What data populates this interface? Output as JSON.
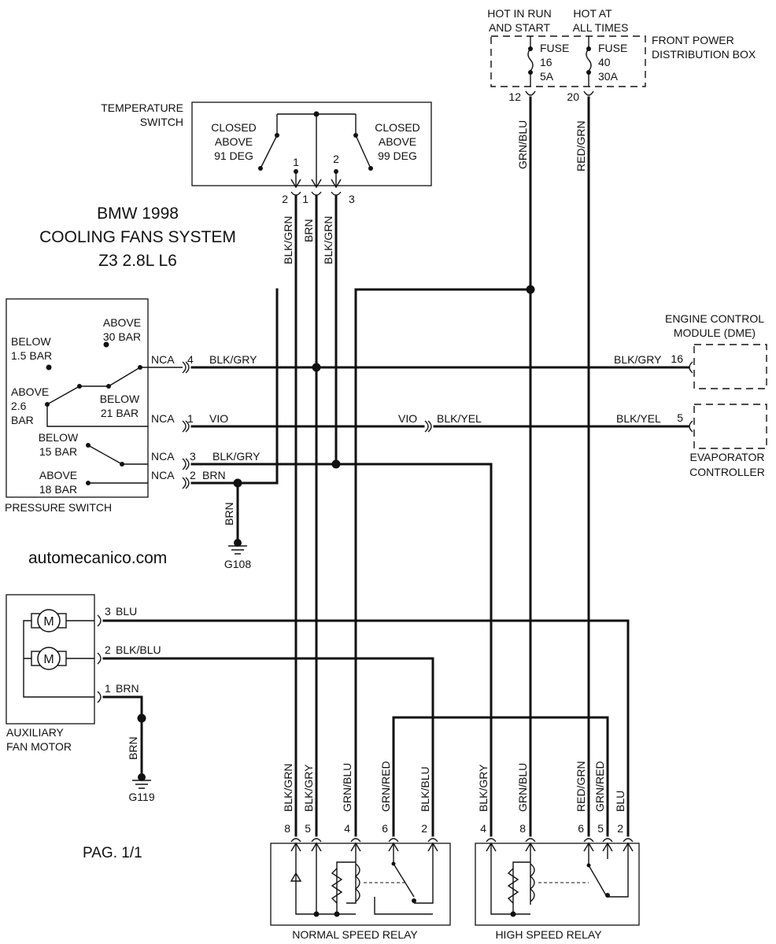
{
  "title": {
    "line1": "BMW 1998",
    "line2": "COOLING FANS SYSTEM",
    "line3": "Z3 2.8L L6"
  },
  "watermark": "automecanico.com",
  "page_label": "PAG. 1/1",
  "power_box": {
    "hot_run_1": "HOT IN RUN",
    "hot_run_2": "AND START",
    "hot_always_1": "HOT AT",
    "hot_always_2": "ALL TIMES",
    "name_1": "FRONT POWER",
    "name_2": "DISTRIBUTION BOX",
    "fuse16_label": "FUSE",
    "fuse16_num": "16",
    "fuse16_amp": "5A",
    "fuse40_label": "FUSE",
    "fuse40_num": "40",
    "fuse40_amp": "30A",
    "pin12": "12",
    "pin20": "20"
  },
  "temp_switch": {
    "name_1": "TEMPERATURE",
    "name_2": "SWITCH",
    "left_1": "CLOSED",
    "left_2": "ABOVE",
    "left_3": "91 DEG",
    "right_1": "CLOSED",
    "right_2": "ABOVE",
    "right_3": "99 DEG",
    "inner_pin1": "1",
    "inner_pin2": "2",
    "pin_a": "2",
    "pin_b": "1",
    "pin_c": "3"
  },
  "pressure_switch": {
    "name": "PRESSURE SWITCH",
    "above30_1": "ABOVE",
    "above30_2": "30 BAR",
    "below15bar_1": "BELOW",
    "below15bar_2": "1.5 BAR",
    "above26_1": "ABOVE",
    "above26_2": "2.6",
    "above26_3": "BAR",
    "below21_1": "BELOW",
    "below21_2": "21 BAR",
    "below15_1": "BELOW",
    "below15_2": "15 BAR",
    "above18_1": "ABOVE",
    "above18_2": "18 BAR",
    "nca": "NCA",
    "pin4": "4",
    "pin1": "1",
    "pin3": "3",
    "pin2": "2"
  },
  "ecm": {
    "name_1": "ENGINE CONTROL",
    "name_2": "MODULE (DME)",
    "pin16": "16",
    "pin5": "5"
  },
  "evap": {
    "name_1": "EVAPORATOR",
    "name_2": "CONTROLLER"
  },
  "ground1": {
    "name": "G108"
  },
  "ground2": {
    "name": "G119"
  },
  "aux_motor": {
    "name_1": "AUXILIARY",
    "name_2": "FAN MOTOR",
    "motor_symbol": "M",
    "pin3": "3",
    "pin2": "2",
    "pin1": "1"
  },
  "normal_relay": {
    "name": "NORMAL SPEED RELAY",
    "pins": [
      "8",
      "5",
      "4",
      "6",
      "2"
    ]
  },
  "high_relay": {
    "name": "HIGH SPEED RELAY",
    "pins": [
      "4",
      "8",
      "6",
      "5",
      "2"
    ]
  },
  "wires": {
    "grn_blu": "GRN/BLU",
    "red_grn": "RED/GRN",
    "blk_grn": "BLK/GRN",
    "brn": "BRN",
    "blk_gry": "BLK/GRY",
    "vio": "VIO",
    "blk_yel": "BLK/YEL",
    "blu": "BLU",
    "blk_blu": "BLK/BLU",
    "grn_red": "GRN/RED"
  }
}
